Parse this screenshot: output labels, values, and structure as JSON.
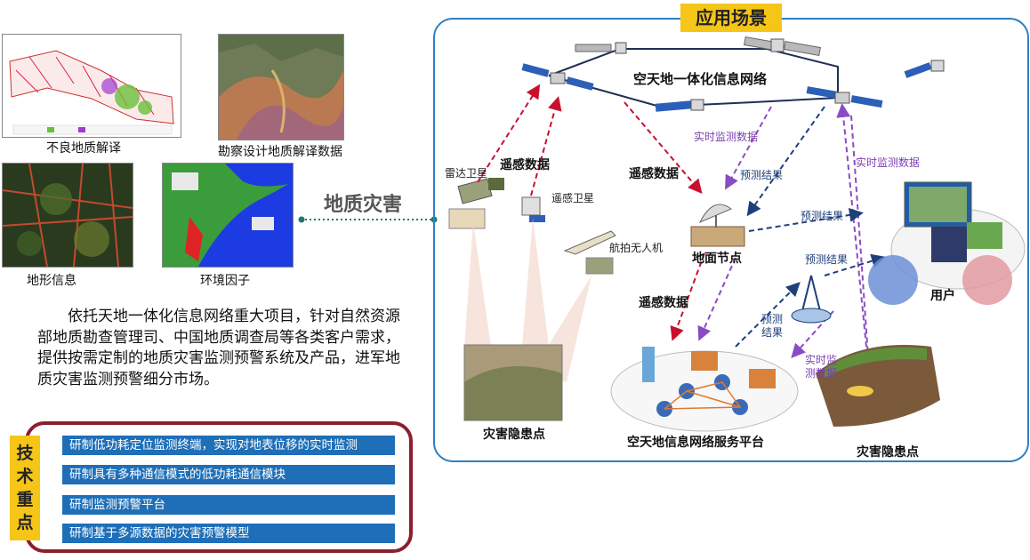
{
  "left": {
    "captions": {
      "bad_geology": "不良地质解译",
      "survey_data": "勘察设计地质解译数据",
      "terrain": "地形信息",
      "environment": "环境因子"
    },
    "paragraph": "依托天地一体化信息网络重大项目，针对自然资源部地质勘查管理司、中国地质调查局等各类客户需求，提供按需定制的地质灾害监测预警系统及产品，进军地质灾害监测预警细分市场。",
    "tech_tag": [
      "技",
      "术",
      "重",
      "点"
    ],
    "tech_items": [
      "研制低功耗定位监测终端，实现对地表位移的实时监测",
      "研制具有多种通信模式的低功耗通信模块",
      "研制监测预警平台",
      "研制基于多源数据的灾害预警模型"
    ]
  },
  "center": {
    "geo_disaster": "地质灾害"
  },
  "scene": {
    "title": "应用场景",
    "network_title": "空天地一体化信息网络",
    "radar_sat": "雷达卫星",
    "rs_sat": "遥感卫星",
    "uav": "航拍无人机",
    "rs_data_1": "遥感数据",
    "rs_data_2": "遥感数据",
    "rs_data_3": "遥感数据",
    "realtime_1": "实时监测数据",
    "realtime_2": "实时监测数据",
    "realtime_3": "实时监\n测数据",
    "pred_1": "预测结果",
    "pred_2": "预测结果",
    "pred_3": "预测结果",
    "pred_4": "预测\n结果",
    "ground_node": "地面节点",
    "user": "用户",
    "platform": "空天地信息网络服务平台",
    "hazard_1": "灾害隐患点",
    "hazard_2": "灾害隐患点"
  },
  "colors": {
    "accent_yellow": "#f5c518",
    "frame_blue": "#2f7fc2",
    "tech_red": "#8b1f2f",
    "item_blue": "#1e6fb8"
  }
}
